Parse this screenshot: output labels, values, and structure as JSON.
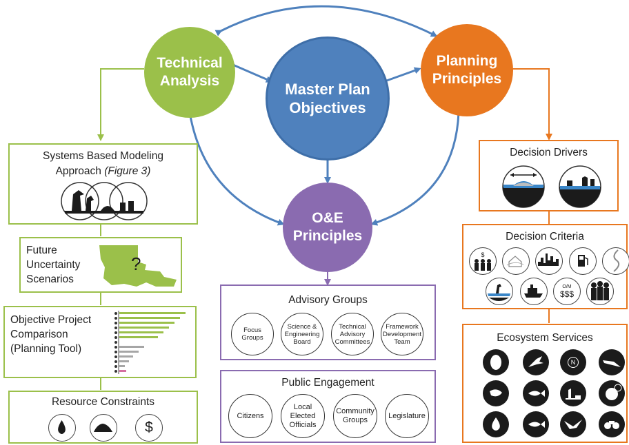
{
  "hub": {
    "technical": "Technical\nAnalysis",
    "master": "Master Plan\nObjectives",
    "planning": "Planning\nPrinciples",
    "oe": "O&E\nPrinciples"
  },
  "left": {
    "systems_title": "Systems Based Modeling",
    "systems_sub": "Approach",
    "systems_fig": "(Figure 3)",
    "future": "Future\nUncertainty\nScenarios",
    "future_mark": "?",
    "objective": "Objective Project\nComparison\n(Planning Tool)",
    "resource_title": "Resource Constraints",
    "resource_dollar": "$"
  },
  "middle": {
    "advisory_title": "Advisory Groups",
    "advisory_items": [
      "Focus\nGroups",
      "Science &\nEngineering\nBoard",
      "Technical\nAdvisory\nCommittees",
      "Framework\nDevelopment\nTeam"
    ],
    "public_title": "Public Engagement",
    "public_items": [
      "Citizens",
      "Local\nElected\nOfficials",
      "Community\nGroups",
      "Legislature"
    ]
  },
  "right": {
    "drivers_title": "Decision Drivers",
    "criteria_title": "Decision Criteria",
    "criteria_dollar": "$",
    "criteria_om": "O/M",
    "criteria_sss": "$$$",
    "eco_title": "Ecosystem Services",
    "eco_n": "N"
  },
  "colors": {
    "green": "#9bc04a",
    "blue": "#4f81bd",
    "orange": "#e8771f",
    "purple": "#8a6bb0",
    "arrow": "#4f81bd"
  }
}
